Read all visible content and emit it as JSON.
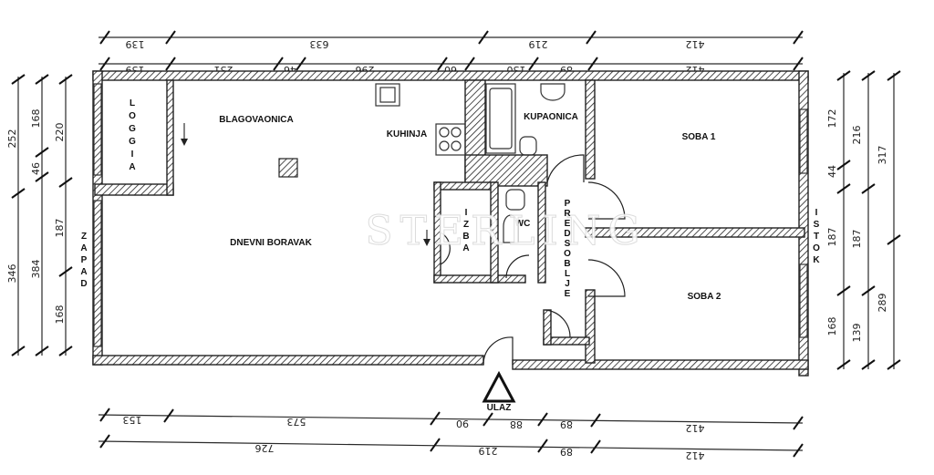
{
  "rooms": {
    "loggia": "LOGGIA",
    "blagovaonica": "BLAGOVAONICA",
    "kuhinja": "KUHINJA",
    "kupaonica": "KUPAONICA",
    "soba1": "SOBA 1",
    "soba2": "SOBA 2",
    "dnevni": "DNEVNI BORAVAK",
    "izba": "IZBA",
    "wc": "WC",
    "predsoblje": "PREDSOBLJE"
  },
  "directions": {
    "west": "ZAPAD",
    "east": "ISTOK"
  },
  "entrance_label": "ULAZ",
  "watermark": "STERLING",
  "dimensions": {
    "top_outer": [
      "139",
      "633",
      "219",
      "412"
    ],
    "top_inner": [
      "139",
      "231",
      "46",
      "296",
      "60",
      "130",
      "89",
      "412"
    ],
    "bottom_inner": [
      "153",
      "573",
      "90",
      "88",
      "89",
      "412"
    ],
    "bottom_outer": [
      "726",
      "219",
      "89",
      "412"
    ],
    "left_outer": [
      "252",
      "346"
    ],
    "left_mid": [
      "168",
      "46",
      "384"
    ],
    "left_inner": [
      "220",
      "187",
      "168"
    ],
    "right_inner": [
      "172",
      "44",
      "187",
      "168"
    ],
    "right_mid": [
      "216",
      "187",
      "139"
    ],
    "right_outer": [
      "317",
      "289"
    ]
  }
}
